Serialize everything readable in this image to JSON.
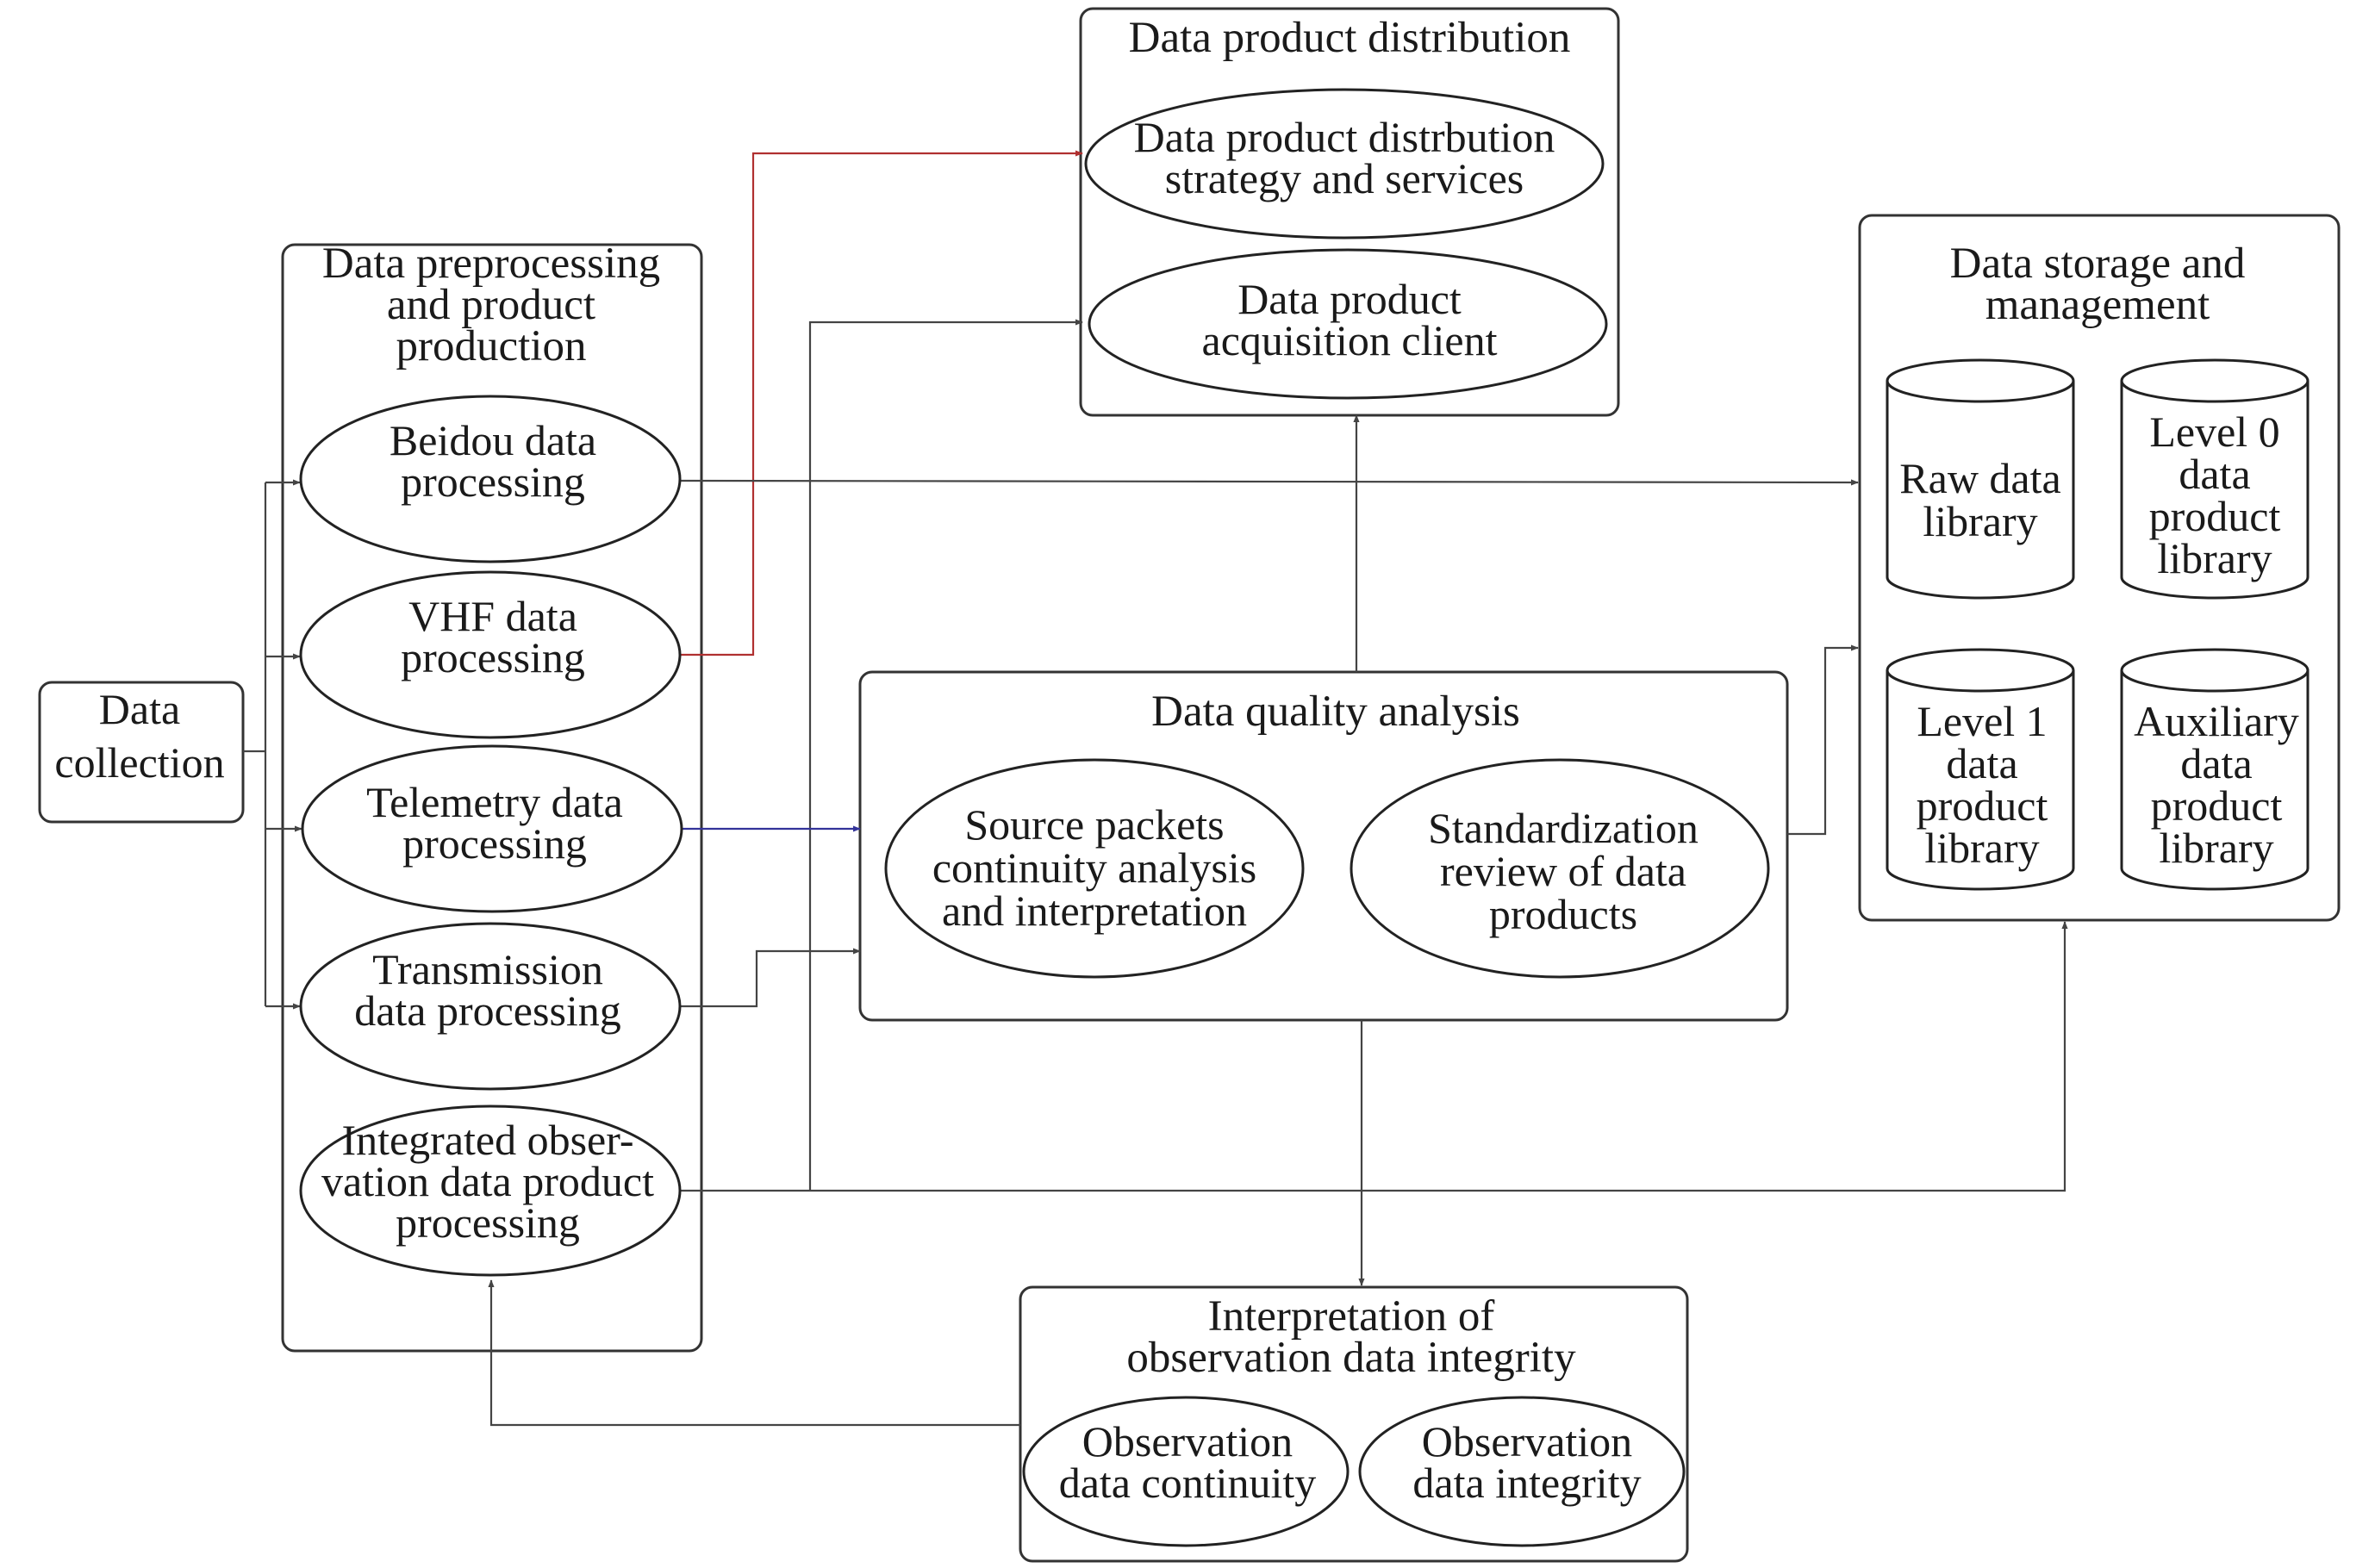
{
  "data_collection": {
    "lines": [
      "Data",
      "collection"
    ]
  },
  "preprocessing": {
    "title": [
      "Data preprocessing",
      "and product",
      "production"
    ],
    "items": [
      {
        "lines": [
          "Beidou data",
          "processing"
        ]
      },
      {
        "lines": [
          "VHF data",
          "processing"
        ]
      },
      {
        "lines": [
          "Telemetry data",
          "processing"
        ]
      },
      {
        "lines": [
          "Transmission",
          "data processing"
        ]
      },
      {
        "lines": [
          "Integrated obser-",
          "vation data product",
          "processing"
        ]
      }
    ]
  },
  "distribution": {
    "title": [
      "Data product distribution"
    ],
    "items": [
      {
        "lines": [
          "Data product distrbution",
          "strategy and services"
        ]
      },
      {
        "lines": [
          "Data product",
          "acquisition client"
        ]
      }
    ]
  },
  "quality": {
    "title": [
      "Data quality analysis"
    ],
    "items": [
      {
        "lines": [
          "Source packets",
          "continuity analysis",
          "and interpretation"
        ]
      },
      {
        "lines": [
          "Standardization",
          "review of data",
          "products"
        ]
      }
    ]
  },
  "storage": {
    "title": [
      "Data storage and",
      "management"
    ],
    "items": [
      {
        "lines": [
          "Raw data",
          "library"
        ]
      },
      {
        "lines": [
          "Level 0",
          "data",
          "product",
          "library"
        ]
      },
      {
        "lines": [
          "Level 1",
          "data",
          "product",
          "library"
        ]
      },
      {
        "lines": [
          "Auxiliary",
          "data",
          "product",
          "library"
        ]
      }
    ]
  },
  "integrity": {
    "title": [
      "Interpretation of",
      "observation data integrity"
    ],
    "items": [
      {
        "lines": [
          "Observation",
          "data continuity"
        ]
      },
      {
        "lines": [
          "Observation",
          "data integrity"
        ]
      }
    ]
  },
  "colors": {
    "stroke": "#333333",
    "arrow_red": "#b03030",
    "arrow_blue": "#333399"
  }
}
